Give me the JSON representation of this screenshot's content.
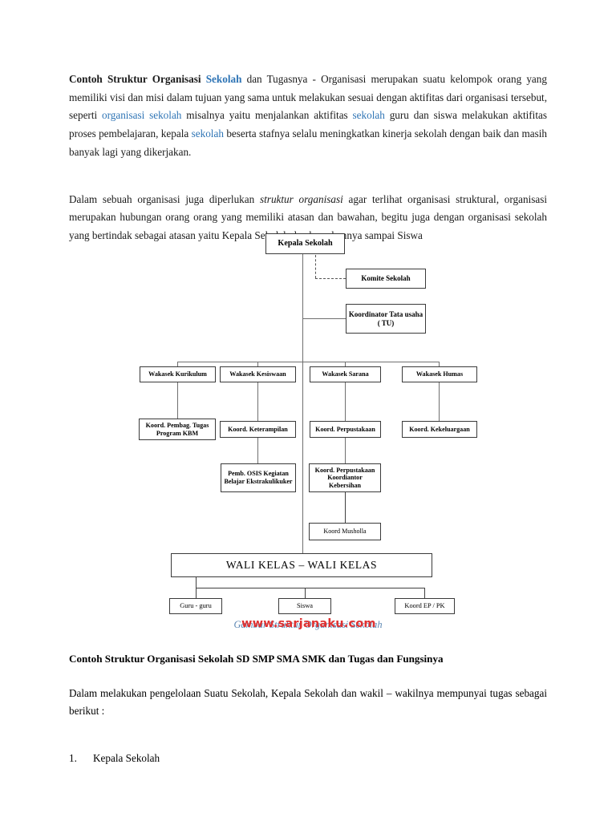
{
  "document": {
    "paragraph1": {
      "segments": [
        {
          "text": "Contoh Struktur Organisasi ",
          "style": "bold"
        },
        {
          "text": "Sekolah",
          "style": "blue-bold"
        },
        {
          "text": " dan Tugasnya - Organisasi merupakan suatu kelompok orang yang memiliki visi dan misi dalam tujuan yang sama untuk melakukan sesuai dengan aktifitas dari organisasi tersebut, seperti ",
          "style": "normal"
        },
        {
          "text": "organisasi sekolah",
          "style": "blue"
        },
        {
          "text": " misalnya yaitu menjalankan aktifitas ",
          "style": "normal"
        },
        {
          "text": "sekolah",
          "style": "blue"
        },
        {
          "text": " guru dan siswa melakukan aktifitas proses pembelajaran, kepala ",
          "style": "normal"
        },
        {
          "text": "sekolah",
          "style": "blue"
        },
        {
          "text": " beserta stafnya selalu meningkatkan kinerja sekolah dengan baik dan masih banyak lagi yang dikerjakan.",
          "style": "normal"
        }
      ]
    },
    "paragraph2": {
      "segments": [
        {
          "text": "Dalam sebuah organisasi juga diperlukan ",
          "style": "normal"
        },
        {
          "text": "struktur organisasi",
          "style": "italic"
        },
        {
          "text": "  agar terlihat organisasi struktural, organisasi merupakan hubungan orang orang yang memiliki atasan dan bawahan, begitu juga dengan organisasi sekolah yang bertindak sebagai atasan yaitu Kepala Sekolah dan bawahannya sampai Siswa",
          "style": "normal"
        }
      ]
    },
    "caption": "Gambar Struktur Organisasi Sekolah",
    "watermark": "www.sarjanaku.com",
    "subheading": "Contoh Struktur Organisasi Sekolah SD SMP SMA SMK dan Tugas dan Fungsinya",
    "paragraph3": "Dalam melakukan pengelolaan Suatu Sekolah, Kepala Sekolah dan wakil – wakilnya mempunyai tugas sebagai berikut :",
    "list": [
      {
        "number": "1.",
        "label": "Kepala Sekolah"
      }
    ]
  },
  "chart": {
    "type": "org-chart",
    "title": "Struktur Organisasi Sekolah",
    "nodes": {
      "kepala_sekolah": "Kepala Sekolah",
      "komite_sekolah": "Komite Sekolah",
      "koordinator_tu": "Koordinator Tata usaha ( TU)",
      "wakasek_kurikulum": "Wakasek Kurikulum",
      "wakasek_kesiswaan": "Wakasek Kesiswaan",
      "wakasek_sarana": "Wakasek Sarana",
      "wakasek_humas": "Wakasek Humas",
      "koord_pembag_tugas": "Koord. Pembag. Tugas Program KBM",
      "koord_keterampilan": "Koord. Keterampilan",
      "koord_perpustakaan": "Koord. Perpustakaan",
      "koord_kekeluargaan": "Koord. Kekeluargaan",
      "pemb_osis": "Pemb. OSIS Kegiatan Belajar Ekstrakulikuker",
      "koord_perpus_kebersihan": "Koord. Perpustakaan Koordiantor Kebersihan",
      "koord_musholla": "Koord Musholla",
      "wali_kelas": "WALI KELAS – WALI KELAS",
      "guru_guru": "Guru - guru",
      "siswa": "Siswa",
      "koord_ep_pk": "Koord EP / PK"
    },
    "colors": {
      "box_border": "#3a3a3a",
      "connector": "#6f6f6f",
      "watermark": "#e03131",
      "caption": "#5b86b3",
      "link_blue": "#2e74b5"
    }
  }
}
